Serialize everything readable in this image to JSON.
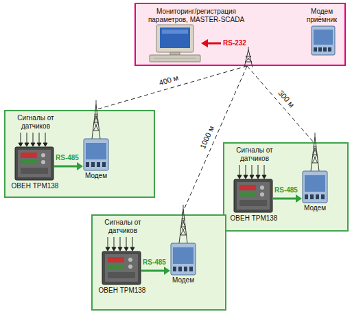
{
  "diagram": {
    "nodes": [
      {
        "text": [
          "Мониторинг/регистрация параметров, MASTER-SCADA",
          "Модем приёмник"
        ]
      },
      {
        "text": [
          "Сигналы от датчиков",
          "ОВЕН ТРМ138",
          "Модем"
        ]
      },
      {
        "text": [
          "Сигналы от датчиков",
          "ОВЕН ТРМ138",
          "Модем"
        ]
      },
      {
        "text": [
          "Сигналы от датчиков",
          "ОВЕН ТРМ138",
          "Модем"
        ]
      }
    ],
    "edges": [
      {
        "from": 0,
        "to": 1,
        "arrow": "none",
        "label": "400 м"
      },
      {
        "from": 0,
        "to": 2,
        "arrow": "none",
        "label": "300 м"
      },
      {
        "from": 0,
        "to": 3,
        "arrow": "none",
        "label": "1000 м"
      }
    ],
    "labels": [
      "RS-232",
      "RS-485",
      "RS-485",
      "RS-485"
    ]
  }
}
